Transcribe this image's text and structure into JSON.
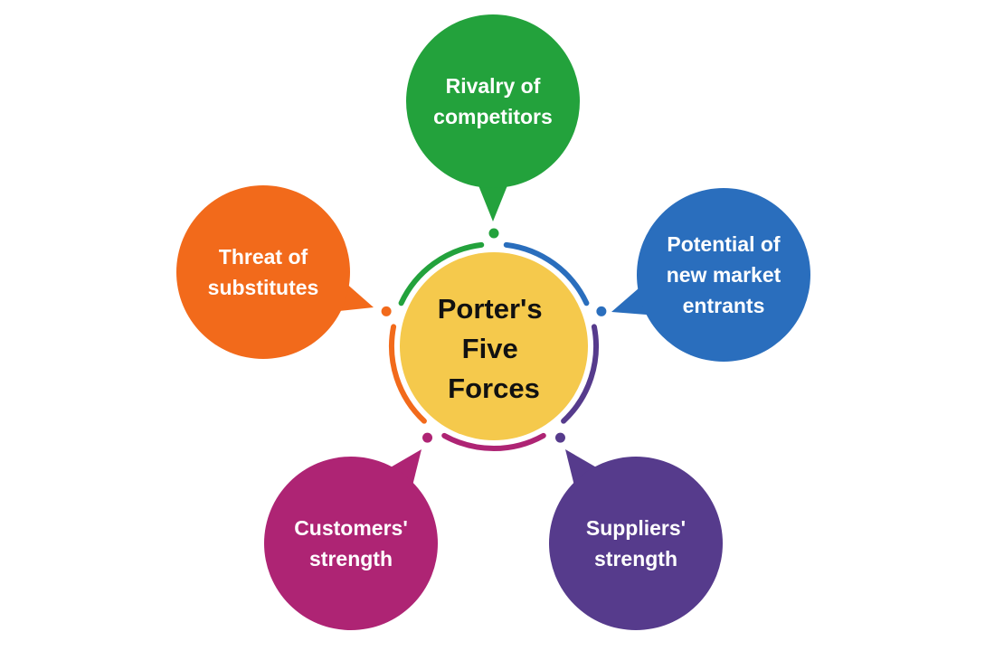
{
  "center": {
    "lines": [
      "Porter's",
      "Five",
      "Forces"
    ],
    "color": "#f5c94c"
  },
  "forces": [
    {
      "lines": [
        "Rivalry of",
        "competitors"
      ],
      "color": "#23a23c"
    },
    {
      "lines": [
        "Potential of",
        "new market",
        "entrants"
      ],
      "color": "#2a6ebd"
    },
    {
      "lines": [
        "Suppliers'",
        "strength"
      ],
      "color": "#563b8c"
    },
    {
      "lines": [
        "Customers'",
        "strength"
      ],
      "color": "#ae2474"
    },
    {
      "lines": [
        "Threat of",
        "substitutes"
      ],
      "color": "#f26a1b"
    }
  ]
}
